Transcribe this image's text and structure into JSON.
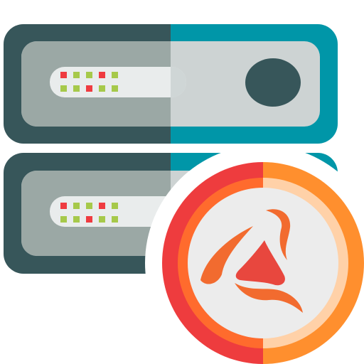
{
  "icon": {
    "name": "server-with-appcelerator-badge-icon",
    "parts": [
      "server-rack-icon",
      "appcelerator-logo-icon"
    ]
  },
  "colors": {
    "unit_frame_dark": "#37565a",
    "unit_frame_teal": "#0096a8",
    "panel_left": "#9ba8a5",
    "panel_right": "#cdd3d3",
    "indicator_strip": "#e9ecec",
    "knob": "#37565a",
    "led_red": "#ef3b40",
    "led_green": "#a6c94a",
    "badge_ring_left": "#ee3c3e",
    "badge_ring_right": "#ff8f2e",
    "badge_inner_ring_left": "#ff6b2d",
    "badge_inner_ring_right": "#ffd1a8",
    "badge_face": "#ececec",
    "logo_red": "#e8473e",
    "logo_orange": "#f26b2f"
  },
  "server_units": [
    {
      "name": "server-unit-top",
      "leds": [
        [
          "red",
          "green",
          "green",
          "red",
          "green"
        ],
        [
          "green",
          "green",
          "red",
          "green",
          "green"
        ]
      ],
      "has_knob": true
    },
    {
      "name": "server-unit-bottom",
      "leds": [
        [
          "red",
          "green",
          "green",
          "red",
          "green"
        ],
        [
          "green",
          "green",
          "red",
          "green",
          "green"
        ]
      ],
      "has_knob": false
    }
  ]
}
